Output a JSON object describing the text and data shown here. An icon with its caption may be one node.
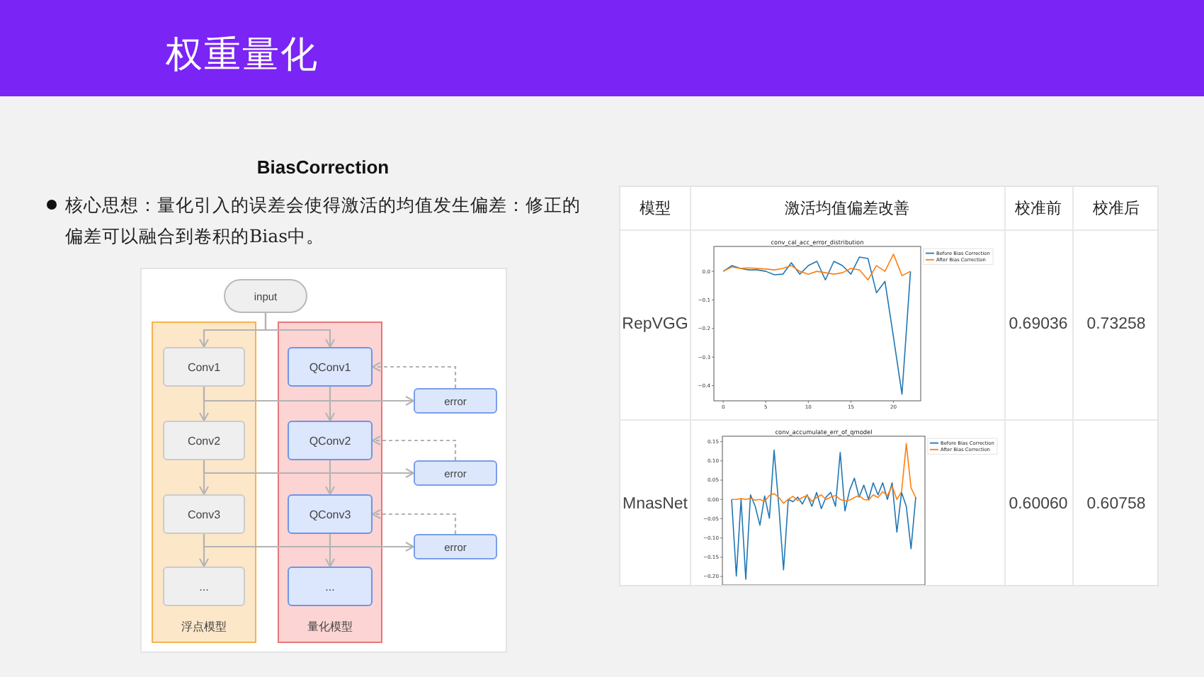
{
  "diagram": {
    "title": "权重量化",
    "nodes": [
      {
        "text": [
          "input"
        ]
      },
      {
        "text": [
          "浮点模型"
        ]
      },
      {
        "text": [
          "Conv1"
        ],
        "in": 1
      },
      {
        "text": [
          "Conv2"
        ],
        "in": 1
      },
      {
        "text": [
          "Conv3"
        ],
        "in": 1
      },
      {
        "text": [
          "..."
        ],
        "in": 1
      },
      {
        "text": [
          "量化模型"
        ]
      },
      {
        "text": [
          "QConv1"
        ],
        "in": 6
      },
      {
        "text": [
          "QConv2"
        ],
        "in": 6
      },
      {
        "text": [
          "QConv3"
        ],
        "in": 6
      },
      {
        "text": [
          "..."
        ],
        "in": 6
      },
      {
        "text": [
          "error"
        ]
      },
      {
        "text": [
          "error"
        ]
      },
      {
        "text": [
          "error"
        ]
      }
    ],
    "edges": [
      {
        "from": 0,
        "to": 2,
        "arrow": "to"
      },
      {
        "from": 0,
        "to": 7,
        "arrow": "to"
      },
      {
        "from": 2,
        "to": 3,
        "arrow": "to"
      },
      {
        "from": 3,
        "to": 4,
        "arrow": "to"
      },
      {
        "from": 4,
        "to": 5,
        "arrow": "to"
      },
      {
        "from": 7,
        "to": 8,
        "arrow": "to"
      },
      {
        "from": 8,
        "to": 9,
        "arrow": "to"
      },
      {
        "from": 9,
        "to": 10,
        "arrow": "to"
      },
      {
        "from": 2,
        "to": 11,
        "arrow": "to"
      },
      {
        "from": 11,
        "to": 7,
        "arrow": "to",
        "style": "dashed"
      },
      {
        "from": 3,
        "to": 12,
        "arrow": "to"
      },
      {
        "from": 12,
        "to": 8,
        "arrow": "to",
        "style": "dashed"
      },
      {
        "from": 4,
        "to": 13,
        "arrow": "to"
      },
      {
        "from": 13,
        "to": 9,
        "arrow": "to",
        "style": "dashed"
      }
    ],
    "labels": [
      "BiasCorrection",
      "核心思想：量化引入的误差会使得激活的均值发生偏差：修正的偏差可以融合到卷积的Bias中。",
      "模型",
      "激活均值偏差改善",
      "校准前",
      "校准后",
      "RepVGG",
      "0.69036",
      "0.73258",
      "MnasNet",
      "0.60060",
      "0.60758"
    ],
    "chart_data": [
      {
        "type": "line",
        "title": "conv_cal_acc_error_distribution",
        "x": [
          0,
          1,
          2,
          3,
          4,
          5,
          6,
          7,
          8,
          9,
          10,
          11,
          12,
          13,
          14,
          15,
          16,
          17,
          18,
          19,
          20,
          21,
          22
        ],
        "xticks": [
          0,
          5,
          10,
          15,
          20
        ],
        "yticks": [
          {
            "value": 0,
            "label": "0.0"
          },
          {
            "value": -0.1,
            "label": "−0.1"
          },
          {
            "value": -0.2,
            "label": "−0.2"
          },
          {
            "value": -0.3,
            "label": "−0.3"
          },
          {
            "value": -0.4,
            "label": "−0.4"
          }
        ],
        "xlim": [
          -1.1,
          23.2
        ],
        "ylim": [
          -0.453,
          0.087
        ],
        "legend": "outside right",
        "series": [
          {
            "name": "Before Bias Correction",
            "color": "#1f77b4",
            "values": [
              0,
              0.02,
              0.01,
              0.005,
              0.005,
              0,
              -0.012,
              -0.01,
              0.03,
              -0.01,
              0.02,
              0.035,
              -0.03,
              0.035,
              0.02,
              -0.01,
              0.05,
              0.045,
              -0.075,
              -0.035,
              -0.23,
              -0.43,
              0
            ]
          },
          {
            "name": "After Bias Correction",
            "color": "#ff7f0e",
            "values": [
              0,
              0.015,
              0.01,
              0.012,
              0.01,
              0.008,
              0.005,
              0.01,
              0.02,
              0,
              -0.01,
              0,
              -0.005,
              -0.01,
              -0.005,
              0.01,
              0.005,
              -0.03,
              0.02,
              0,
              0.06,
              -0.015,
              0
            ]
          }
        ]
      },
      {
        "type": "line",
        "title": "conv_accumulate_err_of_qmodel",
        "categories": [
          null,
          null,
          null,
          null,
          null,
          null,
          null,
          null,
          null,
          null,
          null,
          null,
          null,
          null,
          null,
          null,
          null,
          null,
          null,
          null,
          null,
          null,
          null,
          null,
          null,
          null,
          null,
          null,
          null,
          null,
          null,
          null,
          null,
          null,
          null,
          null,
          null,
          null,
          null,
          null
        ],
        "yticks": [
          {
            "value": 0.15,
            "label": "0.15"
          },
          {
            "value": 0.1,
            "label": "0.10"
          },
          {
            "value": 0.05,
            "label": "0.05"
          },
          {
            "value": 0,
            "label": "0.00"
          },
          {
            "value": -0.05,
            "label": "−0.05"
          },
          {
            "value": -0.1,
            "label": "−0.10"
          },
          {
            "value": -0.15,
            "label": "−0.15"
          },
          {
            "value": -0.2,
            "label": "−0.20"
          }
        ],
        "ylim": [
          -0.222,
          0.164
        ],
        "legend": "outside right",
        "series": [
          {
            "name": "Before Bias Correction",
            "color": "#1f77b4",
            "values": [
              0,
              -0.199,
              0,
              -0.207,
              0.012,
              -0.018,
              -0.067,
              0.009,
              -0.049,
              0.128,
              -0.018,
              -0.183,
              0,
              -0.006,
              0.006,
              -0.012,
              0.012,
              -0.018,
              0.018,
              -0.024,
              0.006,
              0.018,
              -0.018,
              0.122,
              -0.03,
              0.024,
              0.055,
              0.006,
              0.037,
              0,
              0.043,
              0.012,
              0.043,
              0,
              0.043,
              -0.085,
              0.018,
              -0.018,
              -0.128,
              0.006
            ]
          },
          {
            "name": "After Bias Correction",
            "color": "#ff7f0e",
            "values": [
              0,
              0,
              0.002,
              0,
              0.003,
              -0.002,
              0,
              -0.005,
              0.01,
              0.015,
              0.005,
              -0.01,
              0,
              0.008,
              -0.003,
              0.005,
              0.01,
              -0.005,
              0.005,
              0.012,
              0,
              0.006,
              0.01,
              0,
              -0.004,
              -0.002,
              0.005,
              0.01,
              0,
              -0.002,
              0.012,
              0.005,
              0.02,
              0.01,
              0.035,
              0,
              0.02,
              0.145,
              0.03,
              0.005
            ]
          }
        ]
      }
    ]
  }
}
